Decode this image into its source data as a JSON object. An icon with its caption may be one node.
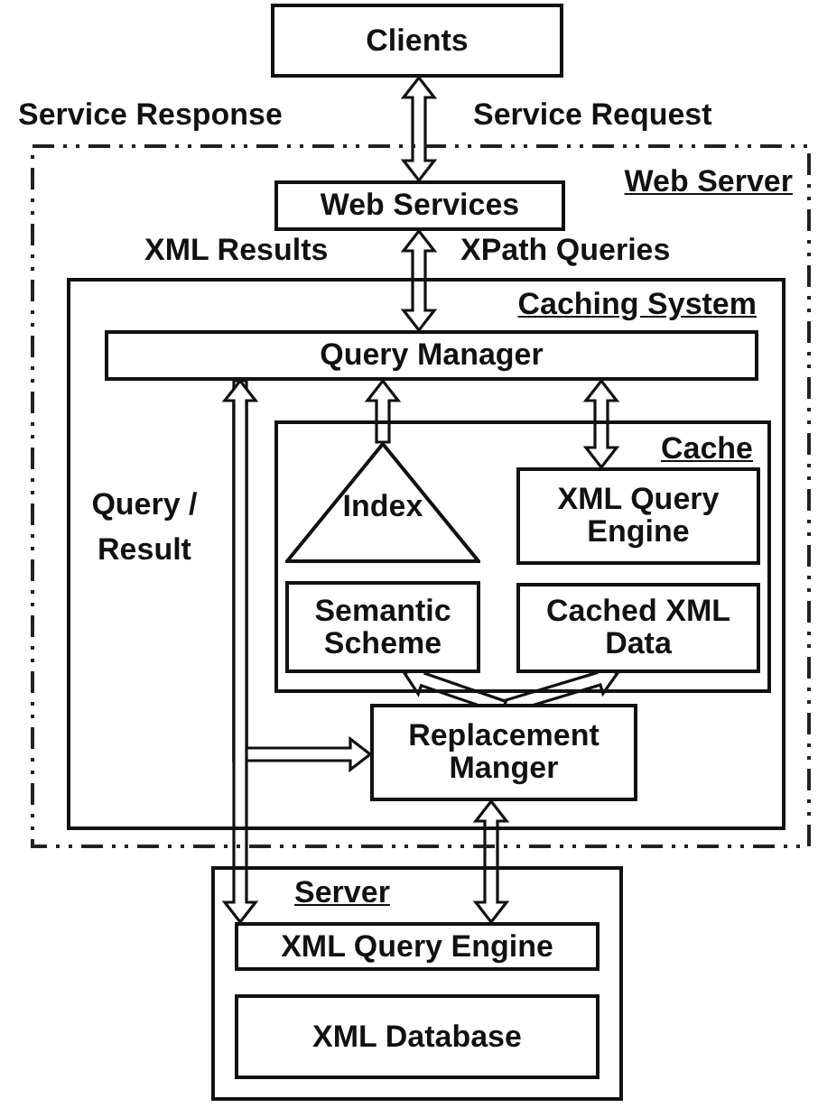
{
  "diagram": {
    "nodes": [
      {
        "text": [
          "Clients"
        ]
      },
      {
        "text": [
          "Web Server"
        ]
      },
      {
        "text": [
          "Web Services"
        ],
        "in": 1
      },
      {
        "text": [
          "Caching System"
        ],
        "in": 1
      },
      {
        "text": [
          "Query Manager"
        ],
        "in": 3
      },
      {
        "text": [
          "Cache"
        ],
        "in": 3
      },
      {
        "text": [
          "Index"
        ],
        "in": 5
      },
      {
        "text": [
          "XML Query Engine"
        ],
        "in": 5
      },
      {
        "text": [
          "Semantic Scheme"
        ],
        "in": 5
      },
      {
        "text": [
          "Cached XML Data"
        ],
        "in": 5
      },
      {
        "text": [
          "Replacement Manger"
        ],
        "in": 3
      },
      {
        "text": [
          "Server"
        ]
      },
      {
        "text": [
          "XML Query Engine"
        ],
        "in": 11
      },
      {
        "text": [
          "XML Database"
        ],
        "in": 11
      }
    ],
    "edges": [
      {
        "from": 0,
        "to": 2,
        "arrow": "both"
      },
      {
        "from": 2,
        "to": 4,
        "arrow": "both"
      },
      {
        "from": 6,
        "to": 4,
        "arrow": "to"
      },
      {
        "from": 4,
        "to": 7,
        "arrow": "both"
      },
      {
        "from": 4,
        "to": 12,
        "arrow": "both"
      },
      {
        "from": 4,
        "to": 10,
        "arrow": "to"
      },
      {
        "from": 10,
        "to": 8,
        "arrow": "to"
      },
      {
        "from": 10,
        "to": 9,
        "arrow": "to"
      },
      {
        "from": 10,
        "to": 12,
        "arrow": "both"
      }
    ],
    "labels": [
      "Service Response",
      "Service Request",
      "XML Results",
      "XPath Queries",
      "Query / Result"
    ]
  }
}
